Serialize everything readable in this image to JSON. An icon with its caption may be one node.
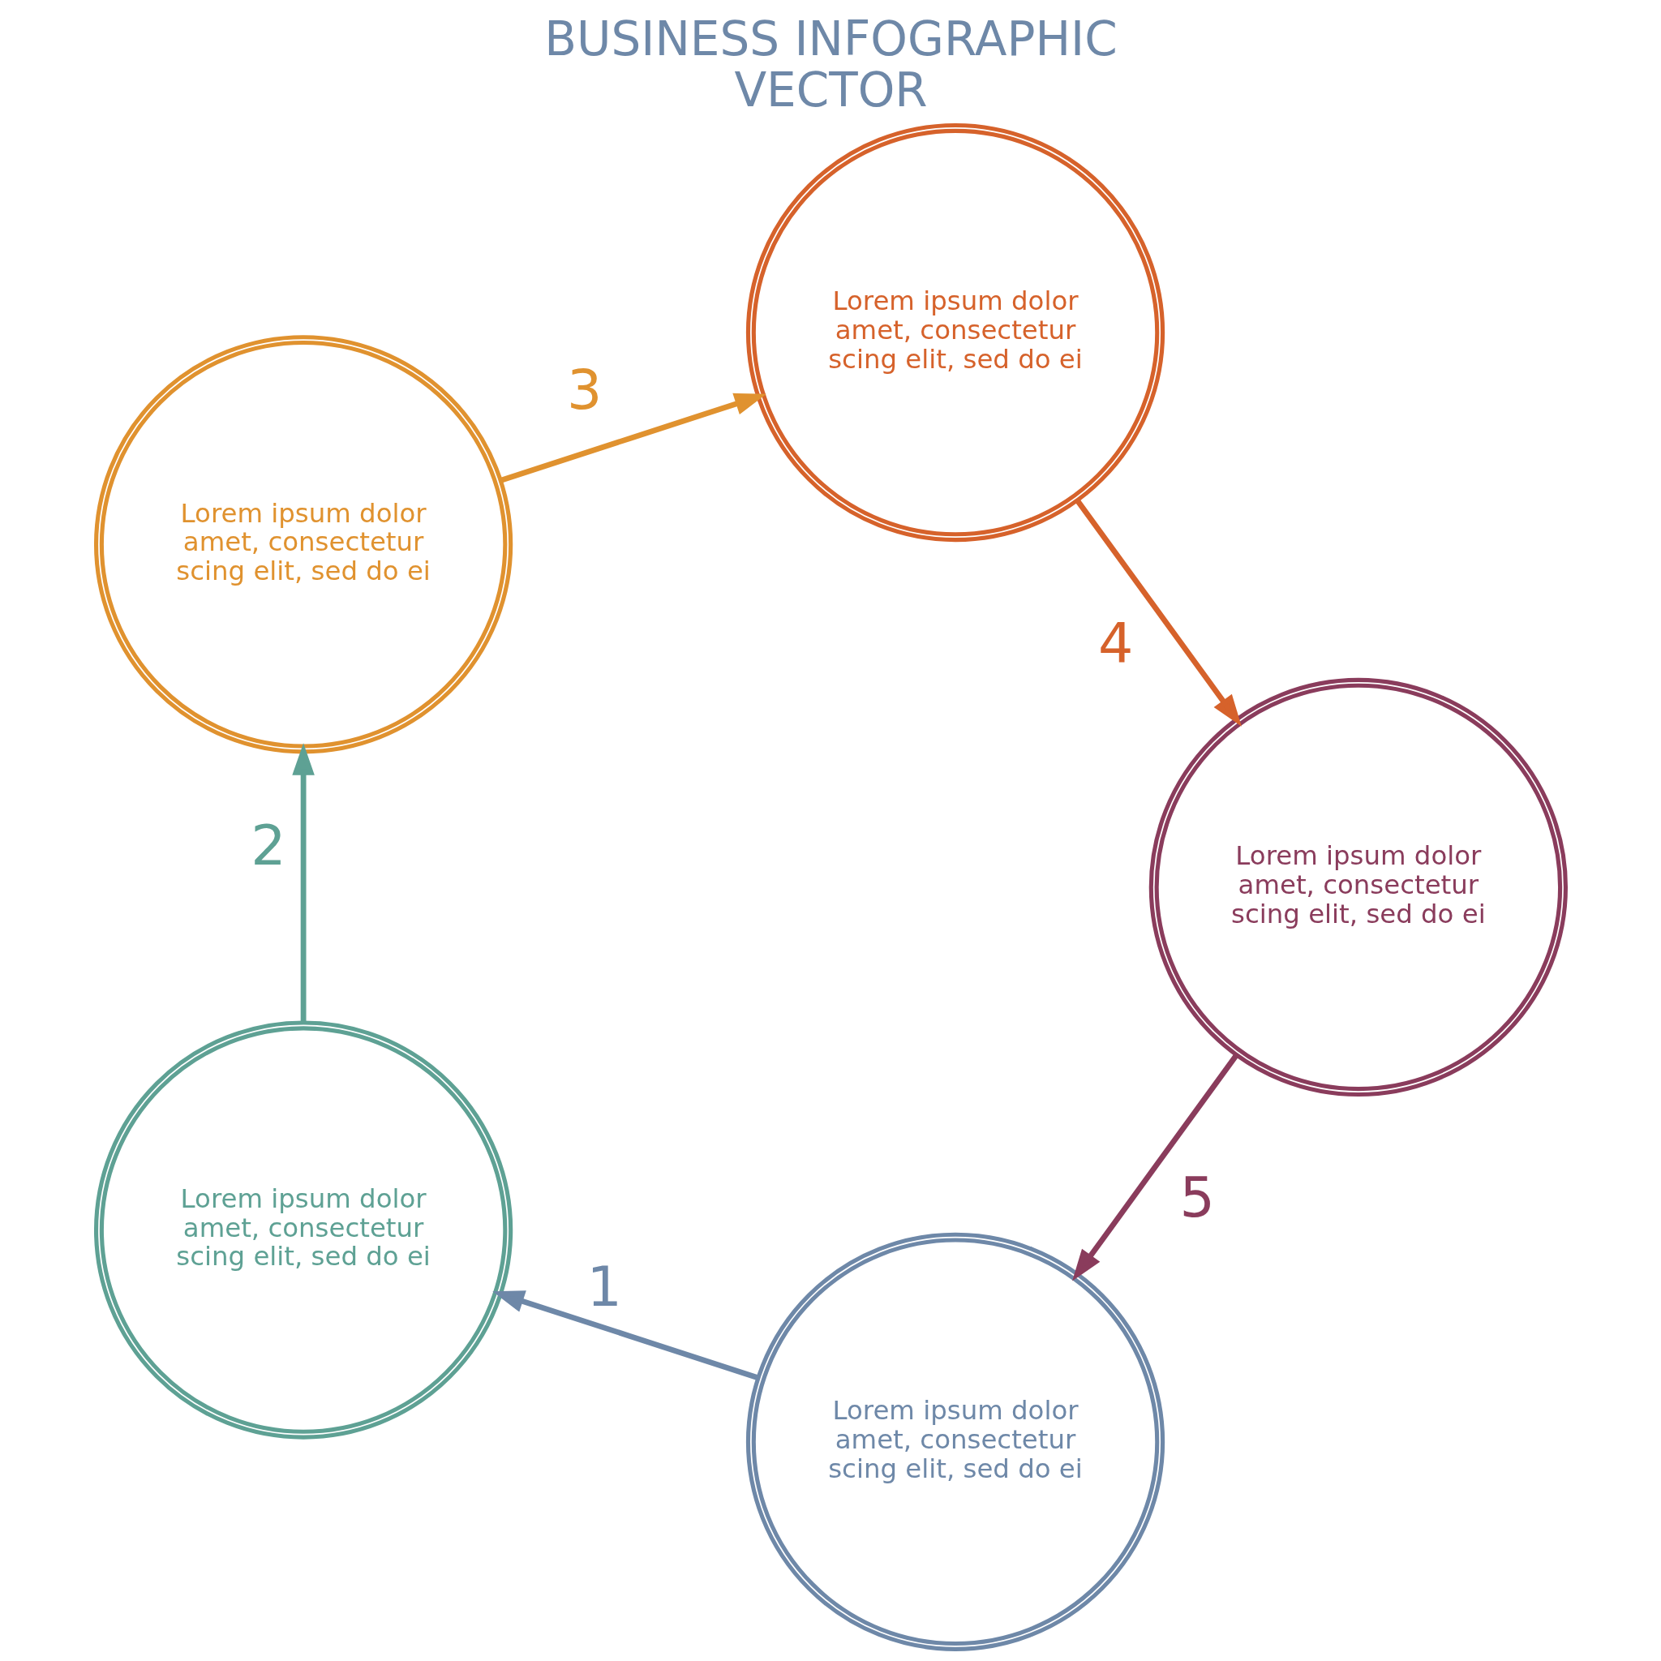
{
  "diagram": {
    "title": "BUSINESS INFOGRAPHIC VECTOR",
    "nodes": [
      {
        "text": [
          "Lorem ipsum dolor amet, consectetur scing elit, sed do ei"
        ]
      },
      {
        "text": [
          "Lorem ipsum dolor amet, consectetur scing elit, sed do ei"
        ]
      },
      {
        "text": [
          "Lorem ipsum dolor amet, consectetur scing elit, sed do ei"
        ]
      },
      {
        "text": [
          "Lorem ipsum dolor amet, consectetur scing elit, sed do ei"
        ]
      },
      {
        "text": [
          "Lorem ipsum dolor amet, consectetur scing elit, sed do ei"
        ]
      }
    ],
    "edges": [
      {
        "from": 0,
        "to": 1,
        "arrow": "to",
        "label": "1",
        "color": "#6e88a8"
      },
      {
        "from": 1,
        "to": 2,
        "arrow": "to",
        "label": "2",
        "color": "#5ea194"
      },
      {
        "from": 2,
        "to": 3,
        "arrow": "to",
        "label": "3",
        "color": "#e0922f"
      },
      {
        "from": 3,
        "to": 4,
        "arrow": "to",
        "label": "4",
        "color": "#d6622b"
      },
      {
        "from": 4,
        "to": 0,
        "arrow": "to",
        "label": "5",
        "color": "#8a3c5c"
      }
    ]
  }
}
